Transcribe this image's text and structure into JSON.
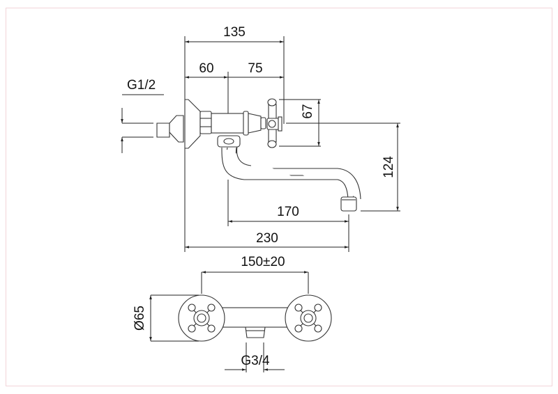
{
  "drawing": {
    "side_view": {
      "overall_depth": "135",
      "inlet_to_center": "60",
      "center_to_handle": "75",
      "inlet_thread": "G1/2",
      "handle_height": "67",
      "spout_drop": "124",
      "spout_reach": "170",
      "overall_reach": "230"
    },
    "top_view": {
      "center_distance": "150±20",
      "rosette_diameter": "Ø65",
      "outlet_thread": "G3/4"
    },
    "colors": {
      "line": "#222222",
      "frame": "#f2d4d8"
    }
  }
}
